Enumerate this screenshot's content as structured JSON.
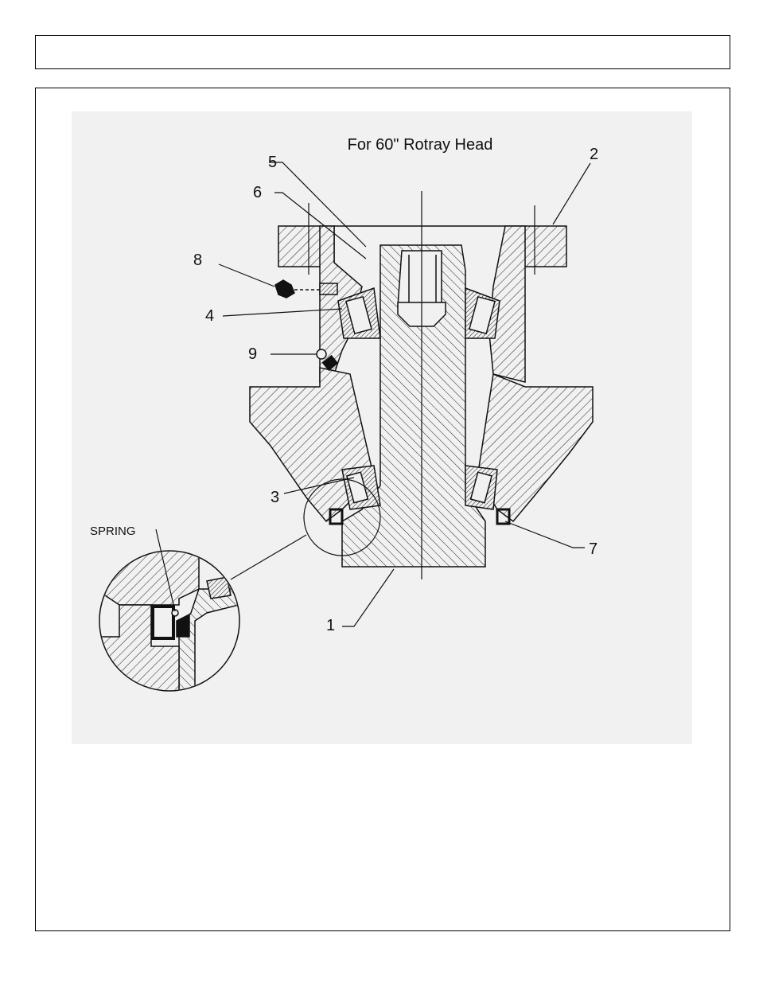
{
  "header": {
    "title": ""
  },
  "figure": {
    "title": "For 60\" Rotray Head",
    "detail_label": "SPRING",
    "callouts": [
      {
        "id": "c1",
        "text": "1"
      },
      {
        "id": "c2",
        "text": "2"
      },
      {
        "id": "c3",
        "text": "3"
      },
      {
        "id": "c4",
        "text": "4"
      },
      {
        "id": "c5",
        "text": "5"
      },
      {
        "id": "c6",
        "text": "6"
      },
      {
        "id": "c7",
        "text": "7"
      },
      {
        "id": "c8",
        "text": "8"
      },
      {
        "id": "c9",
        "text": "9"
      }
    ]
  },
  "colors": {
    "line": "#111111",
    "hatch_bg": "#f1f1f1",
    "frame": "#000000"
  }
}
